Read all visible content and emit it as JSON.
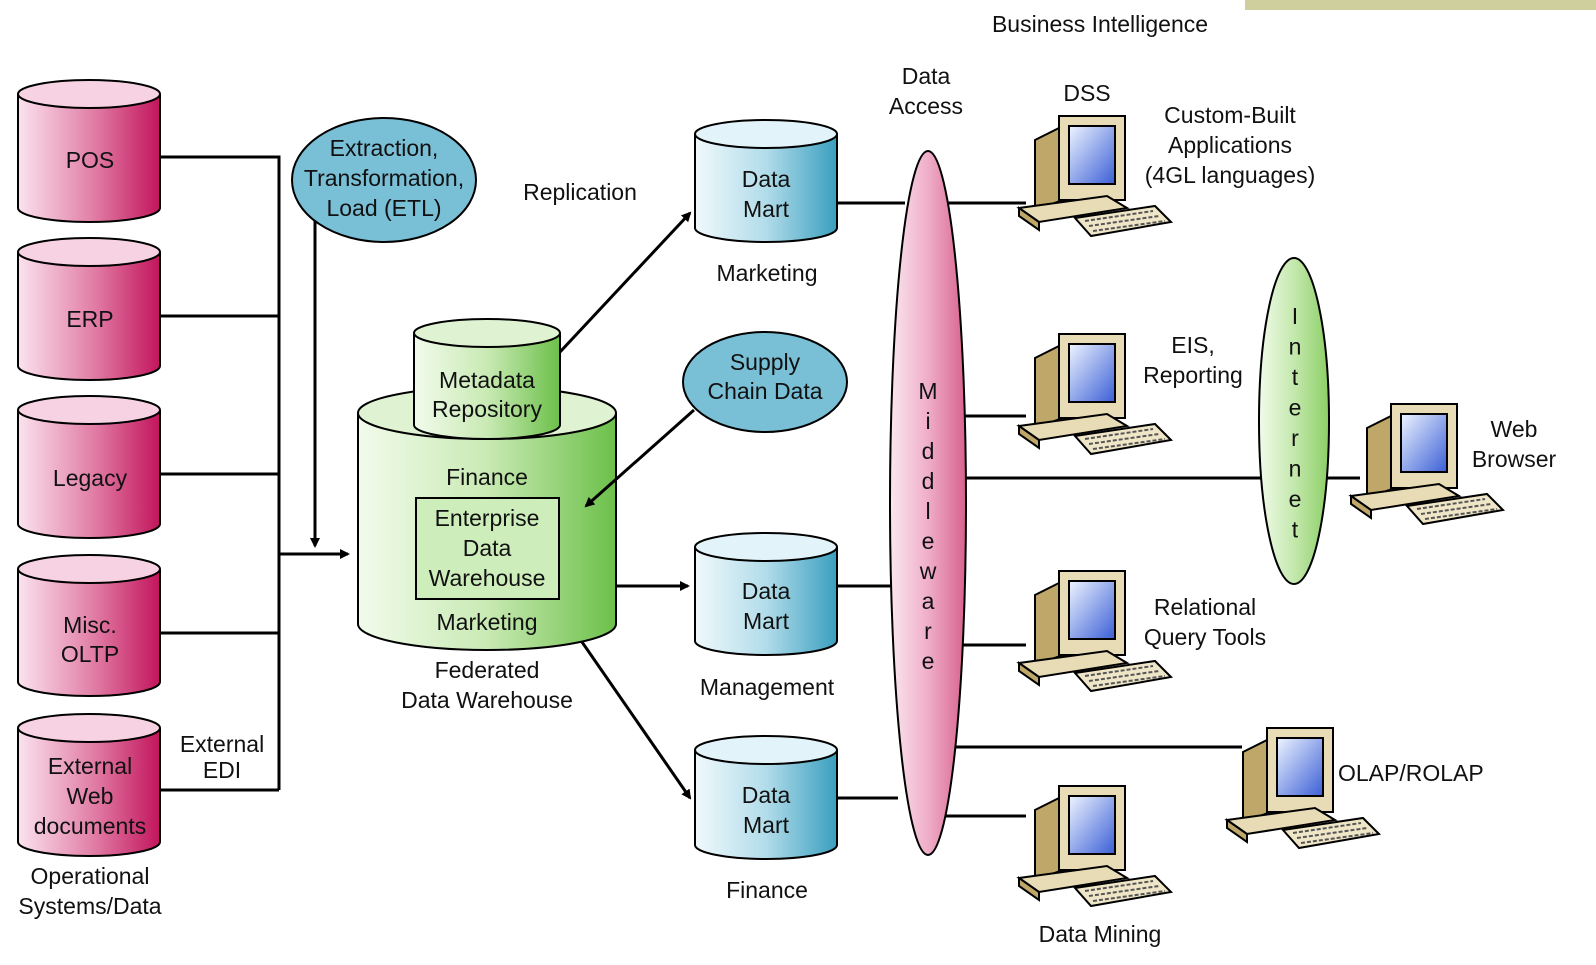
{
  "colors": {
    "source_db": "#d93d7c",
    "warehouse": "#8fd06d",
    "data_mart": "#5fb7cf",
    "process_ellipse": "#79bfd6",
    "middleware": "#e486a9",
    "internet": "#a9da88",
    "corner_bar": "#cfcf9e"
  },
  "header": {
    "title": "Business Intelligence"
  },
  "sources": {
    "pos": "POS",
    "erp": "ERP",
    "legacy": "Legacy",
    "misc": [
      "Misc.",
      "OLTP"
    ],
    "external": [
      "External",
      "Web",
      "documents"
    ],
    "external_edi": [
      "External",
      "EDI"
    ],
    "caption": [
      "Operational",
      "Systems/Data"
    ]
  },
  "etl": [
    "Extraction,",
    "Transformation,",
    "Load (ETL)"
  ],
  "replication": "Replication",
  "supply_chain": [
    "Supply",
    "Chain Data"
  ],
  "warehouse": {
    "metadata": [
      "Metadata",
      "Repository"
    ],
    "finance": "Finance",
    "edw": [
      "Enterprise",
      "Data",
      "Warehouse"
    ],
    "marketing": "Marketing",
    "caption": [
      "Federated",
      "Data Warehouse"
    ]
  },
  "marts": {
    "label": [
      "Data",
      "Mart"
    ],
    "marketing": "Marketing",
    "management": "Management",
    "finance": "Finance"
  },
  "data_access": [
    "Data",
    "Access"
  ],
  "middleware": [
    "M",
    "i",
    "d",
    "d",
    "l",
    "e",
    "w",
    "a",
    "r",
    "e"
  ],
  "internet": [
    "I",
    "n",
    "t",
    "e",
    "r",
    "n",
    "e",
    "t"
  ],
  "tools": {
    "dss": "DSS",
    "custom": [
      "Custom-Built",
      "Applications",
      "(4GL languages)"
    ],
    "eis": [
      "EIS,",
      "Reporting"
    ],
    "web": [
      "Web",
      "Browser"
    ],
    "relational": [
      "Relational",
      "Query Tools"
    ],
    "olap": "OLAP/ROLAP",
    "mining": "Data Mining"
  }
}
